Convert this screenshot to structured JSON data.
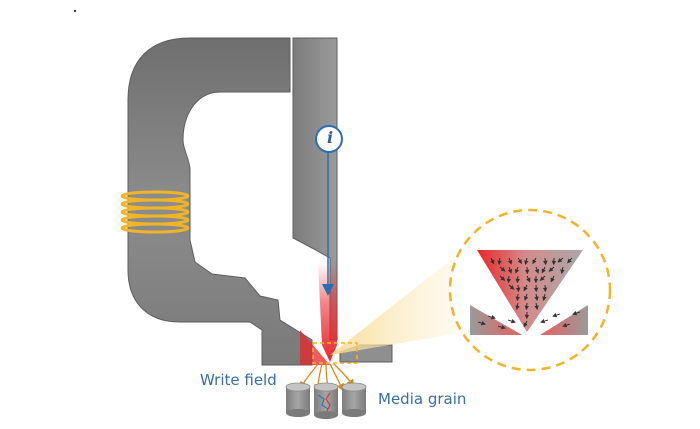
{
  "labels": {
    "current": "i",
    "write_field": "Write field",
    "media_grain": "Media grain"
  },
  "colors": {
    "head_metal": "#8a8a8a",
    "coil": "#f0b429",
    "field_red": "#e8262a",
    "arrow_blue": "#2a6db4",
    "label_blue": "#3a6ea8",
    "zoom_circle": "#f0b429"
  }
}
